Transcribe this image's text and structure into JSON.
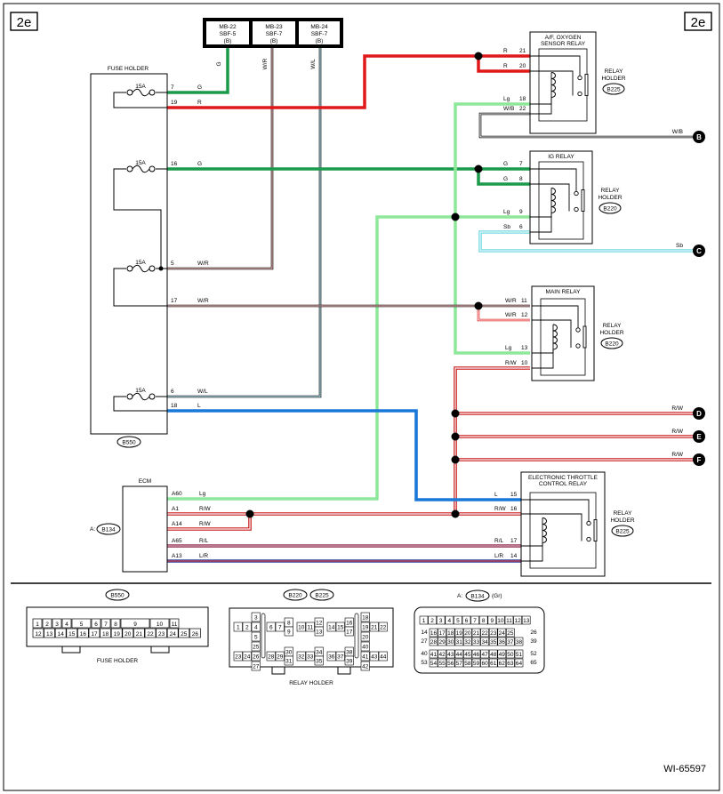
{
  "page_tag": "2e",
  "figure_id": "WI-65597",
  "memory_backups": [
    {
      "line1": "MB-22",
      "line2": "SBF-5",
      "line3": "(B)",
      "wire": "G"
    },
    {
      "line1": "MB-23",
      "line2": "SBF-7",
      "line3": "(B)",
      "wire": "W/R"
    },
    {
      "line1": "MB-24",
      "line2": "SBF-7",
      "line3": "(B)",
      "wire": "W/L"
    }
  ],
  "fuse_holder": {
    "title": "FUSE HOLDER",
    "connector": "B550",
    "fuses": [
      {
        "rating": "15A"
      },
      {
        "rating": "15A"
      },
      {
        "rating": "15A"
      },
      {
        "rating": "15A"
      }
    ],
    "pins": [
      {
        "pin": "7",
        "color": "G"
      },
      {
        "pin": "19",
        "color": "R"
      },
      {
        "pin": "16",
        "color": "G"
      },
      {
        "pin": "5",
        "color": "W/R"
      },
      {
        "pin": "17",
        "color": "W/R"
      },
      {
        "pin": "6",
        "color": "W/L"
      },
      {
        "pin": "18",
        "color": "L"
      }
    ]
  },
  "relays": [
    {
      "title1": "A/F, OXYGEN",
      "title2": "SENSOR RELAY",
      "holder1": "RELAY",
      "holder2": "HOLDER",
      "connector": "B225",
      "pins": [
        {
          "color": "R",
          "pin": "21"
        },
        {
          "color": "R",
          "pin": "20"
        },
        {
          "color": "Lg",
          "pin": "18"
        },
        {
          "color": "W/B",
          "pin": "22"
        }
      ]
    },
    {
      "title1": "IG RELAY",
      "title2": "",
      "holder1": "RELAY",
      "holder2": "HOLDER",
      "connector": "B220",
      "pins": [
        {
          "color": "G",
          "pin": "7"
        },
        {
          "color": "G",
          "pin": "8"
        },
        {
          "color": "Lg",
          "pin": "9"
        },
        {
          "color": "Sb",
          "pin": "6"
        }
      ]
    },
    {
      "title1": "MAIN RELAY",
      "title2": "",
      "holder1": "RELAY",
      "holder2": "HOLDER",
      "connector": "B220",
      "pins": [
        {
          "color": "W/R",
          "pin": "11"
        },
        {
          "color": "W/R",
          "pin": "12"
        },
        {
          "color": "Lg",
          "pin": "13"
        },
        {
          "color": "R/W",
          "pin": "10"
        }
      ]
    },
    {
      "title1": "ELECTRONIC THROTTLE",
      "title2": "CONTROL RELAY",
      "holder1": "RELAY",
      "holder2": "HOLDER",
      "connector": "B225",
      "pins": [
        {
          "color": "L",
          "pin": "15"
        },
        {
          "color": "R/W",
          "pin": "16"
        },
        {
          "color": "R/L",
          "pin": "17"
        },
        {
          "color": "L/R",
          "pin": "14"
        }
      ]
    }
  ],
  "ecm": {
    "title": "ECM",
    "prefix": "A:",
    "connector": "B134",
    "pins": [
      {
        "pin": "A60",
        "color": "Lg"
      },
      {
        "pin": "A1",
        "color": "R/W"
      },
      {
        "pin": "A14",
        "color": "R/W"
      },
      {
        "pin": "A65",
        "color": "R/L"
      },
      {
        "pin": "A13",
        "color": "L/R"
      }
    ]
  },
  "outputs": [
    {
      "label": "B",
      "wire": "W/B"
    },
    {
      "label": "C",
      "wire": "Sb"
    },
    {
      "label": "D",
      "wire": "R/W"
    },
    {
      "label": "E",
      "wire": "R/W"
    },
    {
      "label": "F",
      "wire": "R/W"
    }
  ],
  "connector_views": {
    "fuse": {
      "badge": "B550",
      "caption": "FUSE HOLDER",
      "top": [
        "1",
        "2",
        "3",
        "4",
        "5",
        "6",
        "7",
        "8",
        "9",
        "10",
        "11"
      ],
      "bottom": [
        "12",
        "13",
        "14",
        "15",
        "16",
        "17",
        "18",
        "19",
        "20",
        "21",
        "22",
        "23",
        "24",
        "25",
        "26"
      ]
    },
    "relay": {
      "badge1": "B220",
      "badge2": "B225",
      "caption": "RELAY HOLDER",
      "cells": [
        "1",
        "2",
        "3",
        "4",
        "5",
        "6",
        "7",
        "8",
        "9",
        "10",
        "11",
        "12",
        "13",
        "14",
        "15",
        "16",
        "17",
        "18",
        "19",
        "20",
        "21",
        "22",
        "23",
        "24",
        "25",
        "26",
        "27",
        "28",
        "29",
        "30",
        "31",
        "32",
        "33",
        "34",
        "35",
        "36",
        "37",
        "38",
        "39",
        "40",
        "41",
        "42",
        "43",
        "44"
      ]
    },
    "ecm": {
      "prefix": "A:",
      "badge": "B134",
      "suffix": "(Gr)",
      "row1": [
        "1",
        "2",
        "3",
        "4",
        "5",
        "6",
        "7",
        "8",
        "9",
        "10",
        "11",
        "12",
        "13"
      ],
      "row2": [
        "16",
        "17",
        "18",
        "19",
        "20",
        "21",
        "22",
        "23",
        "24",
        "25"
      ],
      "row3": [
        "28",
        "29",
        "30",
        "31",
        "32",
        "33",
        "34",
        "35",
        "36",
        "37",
        "38"
      ],
      "row4": [
        "41",
        "42",
        "43",
        "44",
        "45",
        "46",
        "47",
        "48",
        "49",
        "50",
        "51"
      ],
      "row5": [
        "54",
        "55",
        "56",
        "57",
        "58",
        "59",
        "60",
        "61",
        "62",
        "63",
        "64"
      ],
      "left": [
        "14",
        "27",
        "40",
        "53"
      ],
      "right": [
        "26",
        "39",
        "52",
        "65"
      ]
    }
  },
  "wire_colors": {
    "G": "#1a9a4a",
    "R": "#e01818",
    "Lg": "#8ee89a",
    "Sb": "#70d8e0",
    "L": "#1a78d8",
    "W/R": "#b04040",
    "W/L": "#5ab8d8",
    "R/W": "#c81818",
    "R/L": "#8a3050",
    "L/R": "#3040a0"
  }
}
